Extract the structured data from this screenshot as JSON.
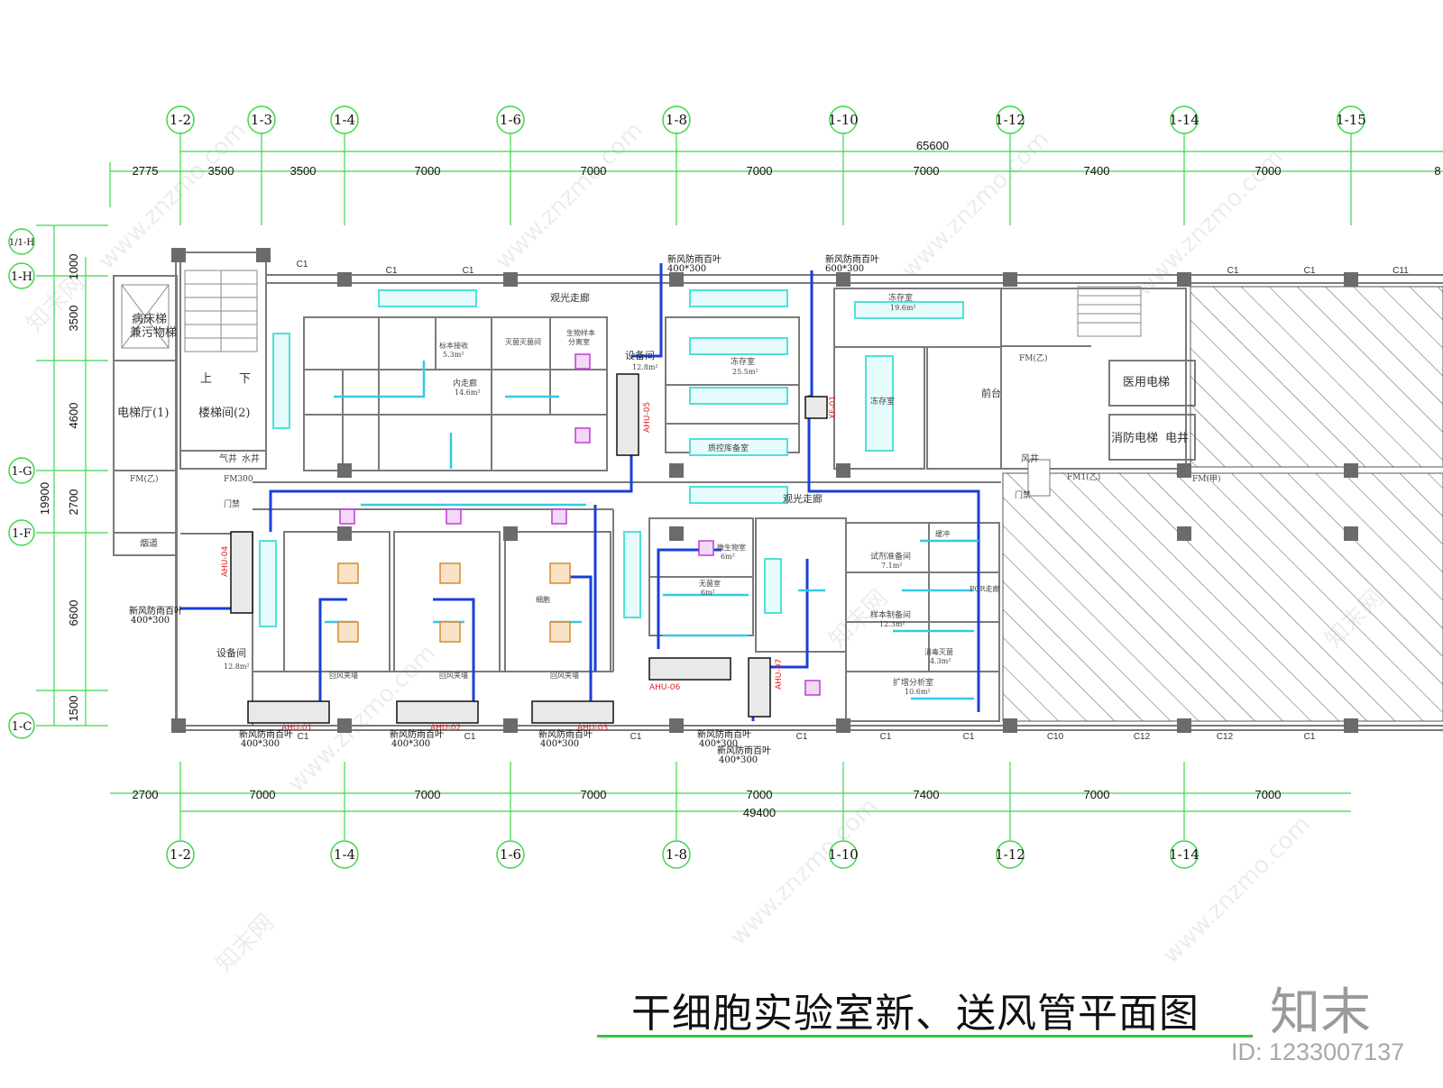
{
  "colors": {
    "grid_line": "#3dd84a",
    "wall": "#7a7a7a",
    "fresh_duct": "#1a3fd8",
    "supply_duct": "#35c8e8",
    "air_outlet": "#4fe0d8",
    "ahu_label": "#e02020",
    "hepa_box": "#c03ad8",
    "hatch": "#555555"
  },
  "title": "干细胞实验室新、送风管平面图",
  "brand": "知末",
  "drawing_id": "ID: 1233007137",
  "watermark": "www.znzmo.com",
  "watermark_cn": "知末网",
  "grid_top": [
    "1-2",
    "1-3",
    "1-4",
    "1-6",
    "1-8",
    "1-10",
    "1-12",
    "1-14",
    "1-15"
  ],
  "grid_bottom": [
    "1-2",
    "1-4",
    "1-6",
    "1-8",
    "1-10",
    "1-12",
    "1-14"
  ],
  "grid_left": [
    "1/1-H",
    "1-H",
    "1-G",
    "1-F",
    "1-C"
  ],
  "dims_top": [
    "2775",
    "3500",
    "3500",
    "7000",
    "7000",
    "7000",
    "7000",
    "7400",
    "7000",
    "8"
  ],
  "dim_top_total": "65600",
  "dims_bottom": [
    "2700",
    "7000",
    "7000",
    "7000",
    "7000",
    "7400",
    "7000"
  ],
  "dim_bottom_total": "49400",
  "dims_left": [
    "1000",
    "3500",
    "4600",
    "2700",
    "6600",
    "1500"
  ],
  "dim_left_total": "19900",
  "rooms": {
    "bed_lift": "病床梯",
    "dirty_lift": "兼污物梯",
    "lift_hall": "电梯厅(1)",
    "stair": "楼梯间(2)",
    "up": "上",
    "down": "下",
    "gas_shaft": "气井",
    "water_shaft": "水井",
    "fm_left": "FM(乙)",
    "fm_left2": "FM300",
    "door_ctrl": "门禁",
    "smoke": "烟道",
    "equip_left": "设备间",
    "equip_left_area": "12.8m²",
    "equip_mid": "设备间",
    "equip_mid_area": "12.8m²",
    "view_corridor": "观光走廊",
    "view_corridor2": "观光走廊",
    "freezer": "冻存室",
    "freezer_area": "25.5m²",
    "freezer2": "冻存室",
    "freezer2_area": "19.6m²",
    "freezer3": "冻存室",
    "qc_room": "质控库备室",
    "reception": "前台",
    "med_lift": "医用电梯",
    "fire_lift": "消防电梯",
    "elec_shaft": "电井",
    "fm_right": "FM(乙)",
    "fm_right2": "FM1(乙)",
    "fm_right3": "FM(甲)",
    "wind_shaft": "风井",
    "door_ctrl2": "门禁",
    "sample_recv": "标本接收",
    "sample_recv_area": "5.3m²",
    "sterilize": "灭菌灭菌间",
    "bio_sample": "生物样本",
    "bio_sample2": "分离室",
    "inner_corridor": "内走廊",
    "inner_corridor_area": "14.6m²",
    "micro": "微生物室",
    "micro_area": "6m²",
    "sterile": "无菌室",
    "sterile_area": "6m²",
    "reagent": "试剂准备间",
    "reagent_area": "7.1m²",
    "buffer": "缓冲",
    "pcr": "PCR走廊",
    "sample_prep": "样本制备间",
    "sample_prep_area": "12.3m²",
    "disinfect": "消毒灭菌",
    "disinfect_area": "4.3m²",
    "amplify": "扩增分析室",
    "amplify_area": "10.6m²",
    "cell_room": "细胞",
    "return_air": "回风夹墙"
  },
  "louvers": {
    "top1_label": "新风防雨百叶",
    "top1_size": "400*300",
    "top2_label": "新风防雨百叶",
    "top2_size": "600*300",
    "left_label": "新风防雨百叶",
    "left_size": "400*300",
    "b1_label": "新风防雨百叶",
    "b1_size": "400*300",
    "b2_label": "新风防雨百叶",
    "b2_size": "400*300",
    "b3_label": "新风防雨百叶",
    "b3_size": "400*300",
    "b4_label": "新风防雨百叶",
    "b4_size": "400*300",
    "b5_label": "新风防雨百叶",
    "b5_size": "400*300"
  },
  "ahu": {
    "ahu01": "AHU-01",
    "ahu02": "AHU-02",
    "ahu03": "AHU-03",
    "ahu04": "AHU-04",
    "ahu05": "AHU-05",
    "ahu06": "AHU-06",
    "ahu07": "AHU-07",
    "xf01": "XF-01"
  },
  "columns": {
    "top": [
      "C1",
      "C1",
      "C1",
      "C1",
      "C1",
      "C11"
    ],
    "bottom": [
      "C1",
      "C1",
      "C1",
      "C1",
      "C1",
      "C1",
      "C10",
      "C12",
      "C12",
      "C1"
    ]
  }
}
